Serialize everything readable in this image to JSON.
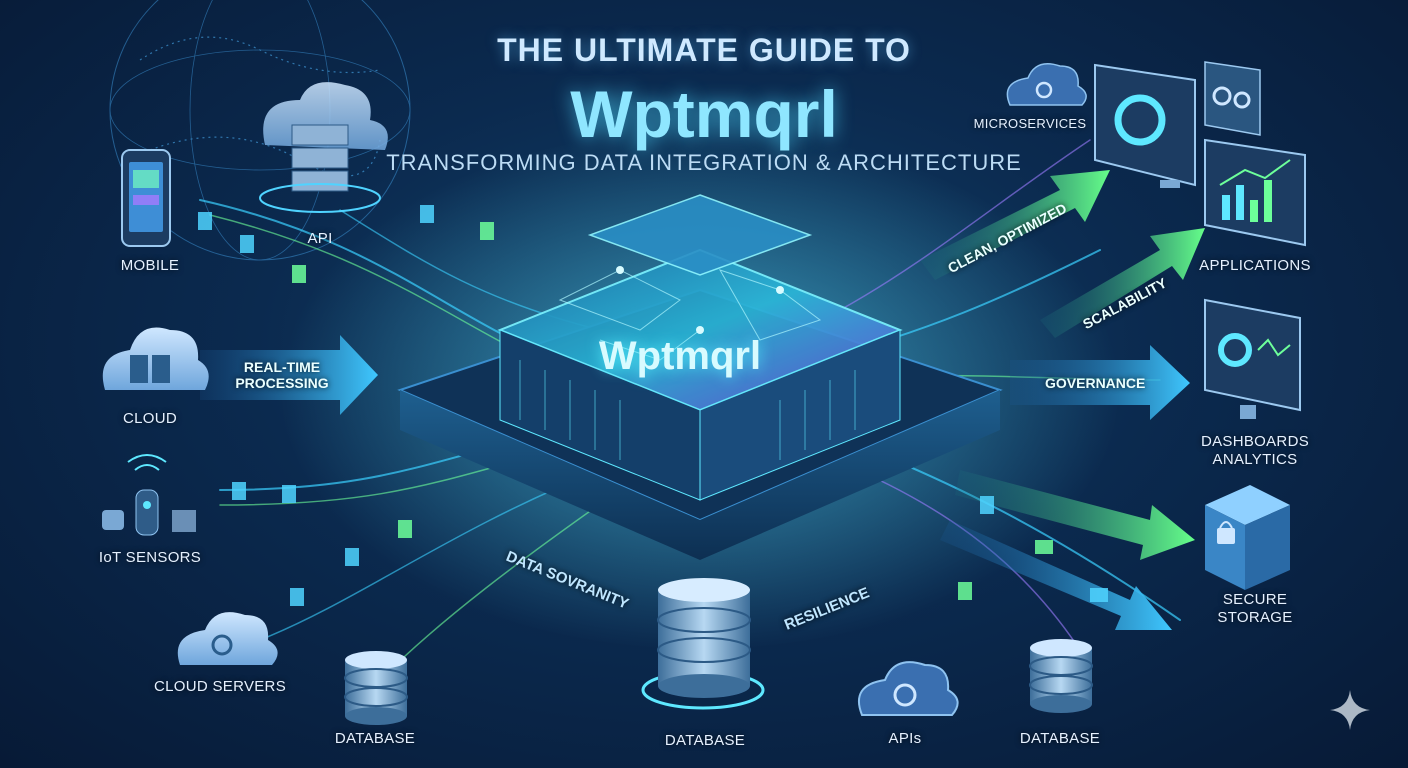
{
  "title": {
    "line1": "THE ULTIMATE GUIDE TO",
    "line2": "Wptmqrl",
    "line3": "TRANSFORMING DATA INTEGRATION & ARCHITECTURE"
  },
  "hub": {
    "label": "Wptmqrl"
  },
  "sources": {
    "mobile": "MOBILE",
    "api": "API",
    "cloud": "CLOUD",
    "iot": "IoT SENSORS",
    "cloud_servers": "CLOUD SERVERS",
    "database_left": "DATABASE"
  },
  "bottom": {
    "database_center": "DATABASE",
    "apis": "APIs",
    "database_right": "DATABASE"
  },
  "platform": {
    "left_text": "DATA SOVRANITY",
    "right_text": "RESILIENCE"
  },
  "arrows": {
    "realtime_line1": "REAL-TIME",
    "realtime_line2": "PROCESSING",
    "clean": "CLEAN, OPTIMIZED",
    "scalability": "SCALABILITY",
    "governance": "GOVERNANCE"
  },
  "destinations": {
    "microservices": "MICROSERVICES",
    "applications": "APPLICATIONS",
    "dashboards_line1": "DASHBOARDS",
    "dashboards_line2": "ANALYTICS",
    "storage_line1": "SECURE",
    "storage_line2": "STORAGE"
  },
  "colors": {
    "background": "#0b2a4f",
    "accent_cyan": "#5ee8ff",
    "accent_green": "#6dff9a",
    "accent_purple": "#9b7bff"
  }
}
